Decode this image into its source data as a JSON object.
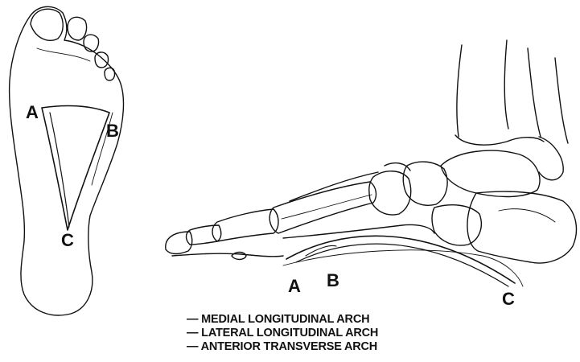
{
  "diagram": {
    "plantar_view": {
      "points": {
        "a": "A",
        "b": "B",
        "c": "C"
      }
    },
    "lateral_view": {
      "points": {
        "a": "A",
        "b": "B",
        "c": "C"
      }
    },
    "legend": [
      {
        "dash": "—",
        "text": "MEDIAL LONGITUDINAL ARCH"
      },
      {
        "dash": "—",
        "text": "LATERAL LONGITUDINAL ARCH"
      },
      {
        "dash": "—",
        "text": "ANTERIOR TRANSVERSE ARCH"
      }
    ],
    "colors": {
      "ink": "#111111",
      "background": "#ffffff"
    }
  }
}
